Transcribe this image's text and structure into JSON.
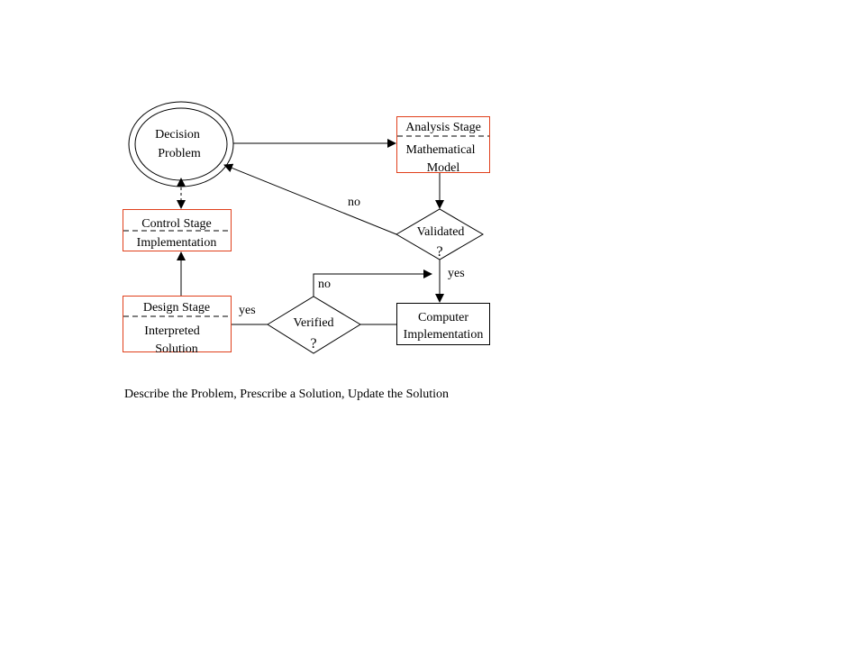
{
  "colors": {
    "stage_border": "#e0401c",
    "line": "#000000",
    "background": "#ffffff"
  },
  "nodes": {
    "decision_problem": {
      "line1": "Decision",
      "line2": "Problem"
    },
    "analysis_stage": {
      "header": "Analysis Stage",
      "body_line1": "Mathematical",
      "body_line2": "Model"
    },
    "control_stage": {
      "header": "Control Stage",
      "body": "Implementation"
    },
    "design_stage": {
      "header": "Design Stage",
      "body_line1": "Interpreted",
      "body_line2": "Solution"
    },
    "validated": {
      "line1": "Validated",
      "line2": "?"
    },
    "verified": {
      "line1": "Verified",
      "line2": "?"
    },
    "computer_implementation": {
      "line1": "Computer",
      "line2": "Implementation"
    }
  },
  "edge_labels": {
    "validated_no": "no",
    "validated_yes": "yes",
    "verified_no": "no",
    "verified_yes": "yes"
  },
  "caption": "Describe the Problem, Prescribe a Solution, Update the Solution"
}
